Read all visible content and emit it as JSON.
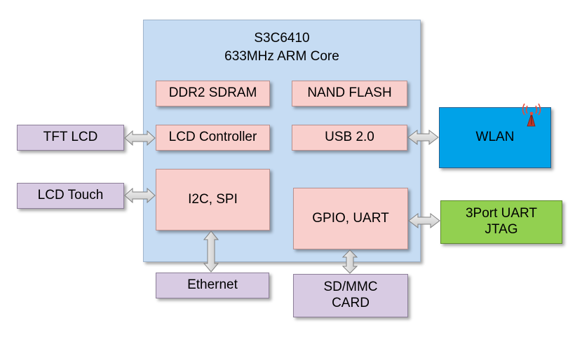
{
  "diagram": {
    "soc": {
      "title_line1": "S3C6410",
      "title_line2": "633MHz ARM Core"
    },
    "blocks": {
      "ddr2": "DDR2 SDRAM",
      "nand": "NAND FLASH",
      "lcd_controller": "LCD Controller",
      "usb": "USB 2.0",
      "i2c_spi": "I2C, SPI",
      "gpio_uart": "GPIO, UART"
    },
    "peripherals": {
      "tft_lcd": "TFT LCD",
      "lcd_touch": "LCD Touch",
      "ethernet": "Ethernet",
      "sd_mmc": "SD/MMC\nCARD",
      "wlan": "WLAN",
      "uart_jtag": "3Port UART\nJTAG"
    },
    "colors": {
      "soc": "#c6dcf3",
      "internal_block": "#f9cfcc",
      "peripheral": "#d8cbe3",
      "wlan": "#00a2e8",
      "uart_jtag": "#92d050",
      "arrow": "#d9d9d9"
    },
    "icons": {
      "wlan": "wireless-antenna-icon"
    }
  }
}
